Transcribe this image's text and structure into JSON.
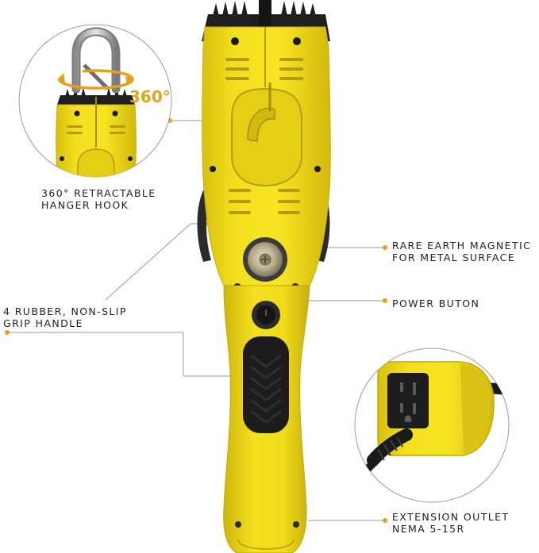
{
  "features": {
    "hanger": {
      "line1": "360° RETRACTABLE",
      "line2": "HANGER HOOK"
    },
    "grip": {
      "line1": "4 RUBBER, NON-SLIP",
      "line2": "GRIP HANDLE"
    },
    "magnet": {
      "line1": "RARE EARTH MAGNETIC",
      "line2": "FOR METAL SURFACE"
    },
    "power": {
      "line1": "POWER BUTON"
    },
    "outlet": {
      "line1": "EXTENSION OUTLET",
      "line2": "NEMA 5-15R"
    }
  },
  "inset": {
    "rotation_text": "360°"
  },
  "colors": {
    "body_yellow": "#f2dd1a",
    "shadow_yellow": "#cdb50c",
    "rubber_black": "#1c1c1c",
    "accent_gold": "#e2a21a",
    "line_gray": "#9a9a9a"
  }
}
